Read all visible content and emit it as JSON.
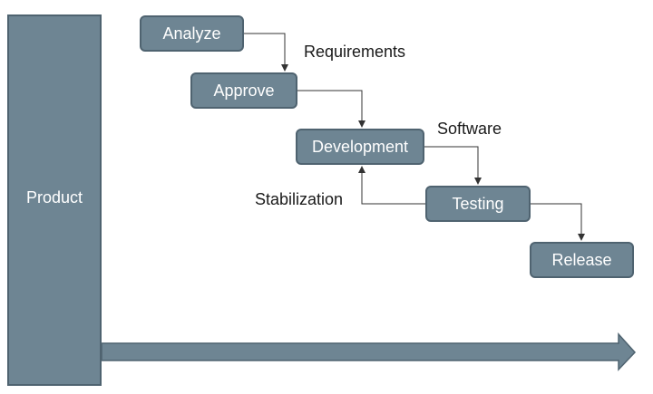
{
  "diagram": {
    "product_label": "Product",
    "steps": {
      "analyze": "Analyze",
      "approve": "Approve",
      "development": "Development",
      "testing": "Testing",
      "release": "Release"
    },
    "annotations": {
      "requirements": "Requirements",
      "software": "Software",
      "stabilization": "Stabilization"
    },
    "colors": {
      "box_fill": "#6e8593",
      "box_border": "#4f6370",
      "connector": "#333333",
      "timeline_arrow": "#6e8593"
    }
  }
}
